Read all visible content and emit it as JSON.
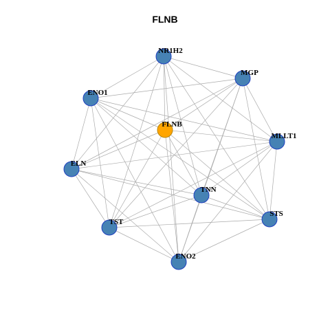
{
  "title": "FLNB",
  "colors": {
    "node_fill": "#4682B4",
    "node_stroke": "#1F3FBF",
    "hub_fill": "#FFA500",
    "hub_stroke": "#B8860B",
    "edge": "#AAAAAA"
  },
  "nodes": [
    {
      "id": "NR1H2",
      "label": "NR1H2",
      "hub": false
    },
    {
      "id": "MGP",
      "label": "MGP",
      "hub": false
    },
    {
      "id": "ENO1",
      "label": "ENO1",
      "hub": false
    },
    {
      "id": "FLNB",
      "label": "FLNB",
      "hub": true
    },
    {
      "id": "MLLT1",
      "label": "MLLT1",
      "hub": false
    },
    {
      "id": "ELN",
      "label": "ELN",
      "hub": false
    },
    {
      "id": "TNN",
      "label": "TNN",
      "hub": false
    },
    {
      "id": "TST",
      "label": "TST",
      "hub": false
    },
    {
      "id": "STS",
      "label": "STS",
      "hub": false
    },
    {
      "id": "ENO2",
      "label": "ENO2",
      "hub": false
    }
  ],
  "edges": [
    [
      "NR1H2",
      "MGP"
    ],
    [
      "NR1H2",
      "ENO1"
    ],
    [
      "NR1H2",
      "FLNB"
    ],
    [
      "NR1H2",
      "MLLT1"
    ],
    [
      "NR1H2",
      "ELN"
    ],
    [
      "NR1H2",
      "TNN"
    ],
    [
      "NR1H2",
      "TST"
    ],
    [
      "NR1H2",
      "STS"
    ],
    [
      "NR1H2",
      "ENO2"
    ],
    [
      "MGP",
      "ENO1"
    ],
    [
      "MGP",
      "FLNB"
    ],
    [
      "MGP",
      "MLLT1"
    ],
    [
      "MGP",
      "ELN"
    ],
    [
      "MGP",
      "TNN"
    ],
    [
      "MGP",
      "TST"
    ],
    [
      "MGP",
      "STS"
    ],
    [
      "MGP",
      "ENO2"
    ],
    [
      "ENO1",
      "FLNB"
    ],
    [
      "ENO1",
      "MLLT1"
    ],
    [
      "ENO1",
      "ELN"
    ],
    [
      "ENO1",
      "TNN"
    ],
    [
      "ENO1",
      "TST"
    ],
    [
      "ENO1",
      "STS"
    ],
    [
      "ENO1",
      "ENO2"
    ],
    [
      "FLNB",
      "MLLT1"
    ],
    [
      "FLNB",
      "ELN"
    ],
    [
      "FLNB",
      "TNN"
    ],
    [
      "FLNB",
      "TST"
    ],
    [
      "FLNB",
      "STS"
    ],
    [
      "FLNB",
      "ENO2"
    ],
    [
      "MLLT1",
      "ELN"
    ],
    [
      "MLLT1",
      "TNN"
    ],
    [
      "MLLT1",
      "TST"
    ],
    [
      "MLLT1",
      "STS"
    ],
    [
      "MLLT1",
      "ENO2"
    ],
    [
      "ELN",
      "TNN"
    ],
    [
      "ELN",
      "TST"
    ],
    [
      "ELN",
      "STS"
    ],
    [
      "ELN",
      "ENO2"
    ],
    [
      "TNN",
      "TST"
    ],
    [
      "TNN",
      "STS"
    ],
    [
      "TNN",
      "ENO2"
    ],
    [
      "TST",
      "STS"
    ],
    [
      "TST",
      "ENO2"
    ],
    [
      "STS",
      "ENO2"
    ]
  ]
}
